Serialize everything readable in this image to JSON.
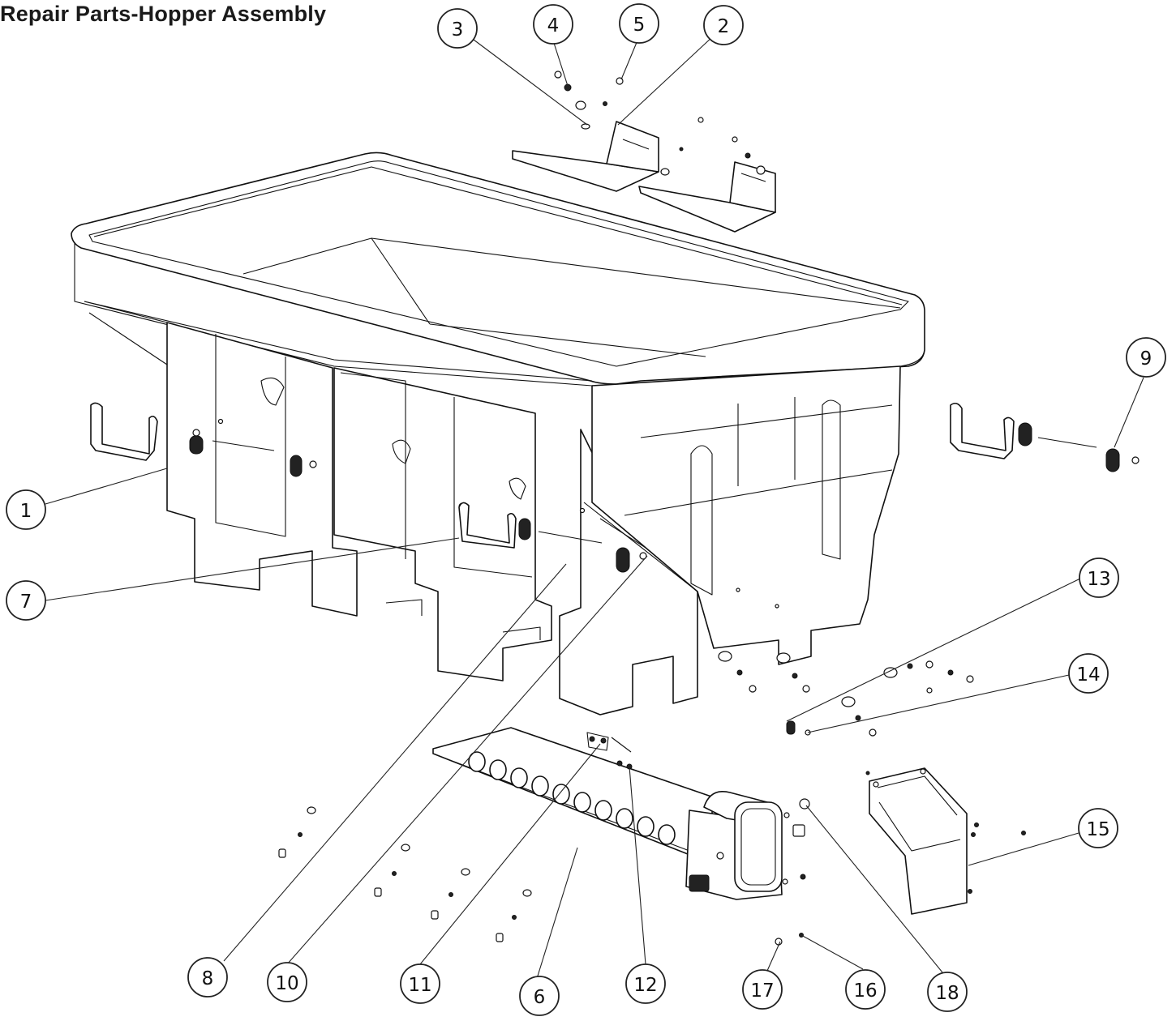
{
  "title": "Repair Parts-Hopper Assembly",
  "callouts": [
    "1",
    "2",
    "3",
    "4",
    "5",
    "6",
    "7",
    "8",
    "9",
    "10",
    "11",
    "12",
    "13",
    "14",
    "15",
    "16",
    "17",
    "18"
  ],
  "colors": {
    "ink": "#111111",
    "background": "#ffffff"
  }
}
